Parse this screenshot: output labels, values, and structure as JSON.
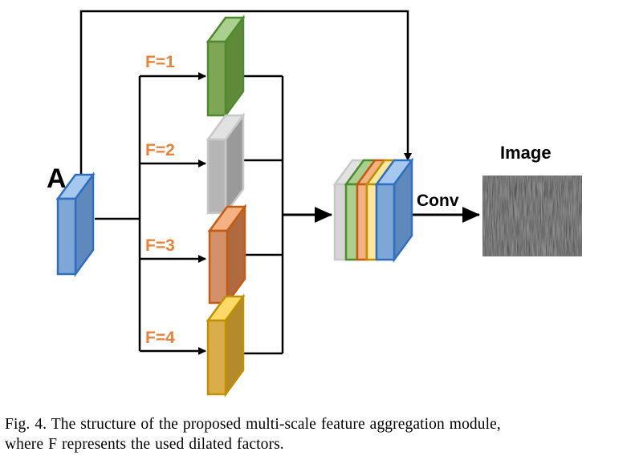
{
  "labels": {
    "input": "A",
    "branches": [
      "F=1",
      "F=2",
      "F=3",
      "F=4"
    ],
    "conv": "Conv",
    "output": "Image"
  },
  "caption": {
    "line1": "Fig. 4.   The structure of the proposed multi-scale feature aggregation module,",
    "line2": "where F represents the used dilated factors."
  },
  "colors": {
    "input_front": "#7ea6d6",
    "input_top": "#a6c8ee",
    "input_side": "#5f89bd",
    "input_edge": "#2f6fc0",
    "green_front": "#7ea654",
    "green_top": "#a9d08e",
    "green_side": "#5f8a3a",
    "green_edge": "#4e8a2e",
    "gray_front": "#b5b5b5",
    "gray_top": "#dcdcdc",
    "gray_side": "#9a9a9a",
    "gray_edge": "#c8c8c8",
    "orange_front": "#d4906a",
    "orange_top": "#f4b183",
    "orange_side": "#b06a40",
    "orange_edge": "#c55a11",
    "yellow_front": "#d9ae4a",
    "yellow_top": "#ffd966",
    "yellow_side": "#b48a2a",
    "yellow_edge": "#bf9000",
    "line": "#000000",
    "output_image": "#1c1c1c"
  }
}
